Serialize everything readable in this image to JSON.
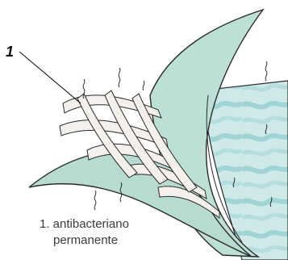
{
  "diagram": {
    "callout": {
      "number": "1"
    },
    "caption": {
      "line1": "1. antibacteriano",
      "line2": "permanente"
    },
    "colors": {
      "fabric_layer": "#bcdcd2",
      "foam_layer": "#c9e6e6",
      "foam_pattern": "#7ec3c3",
      "fibers": "#f1efea",
      "outline": "#2a2a2a"
    }
  }
}
